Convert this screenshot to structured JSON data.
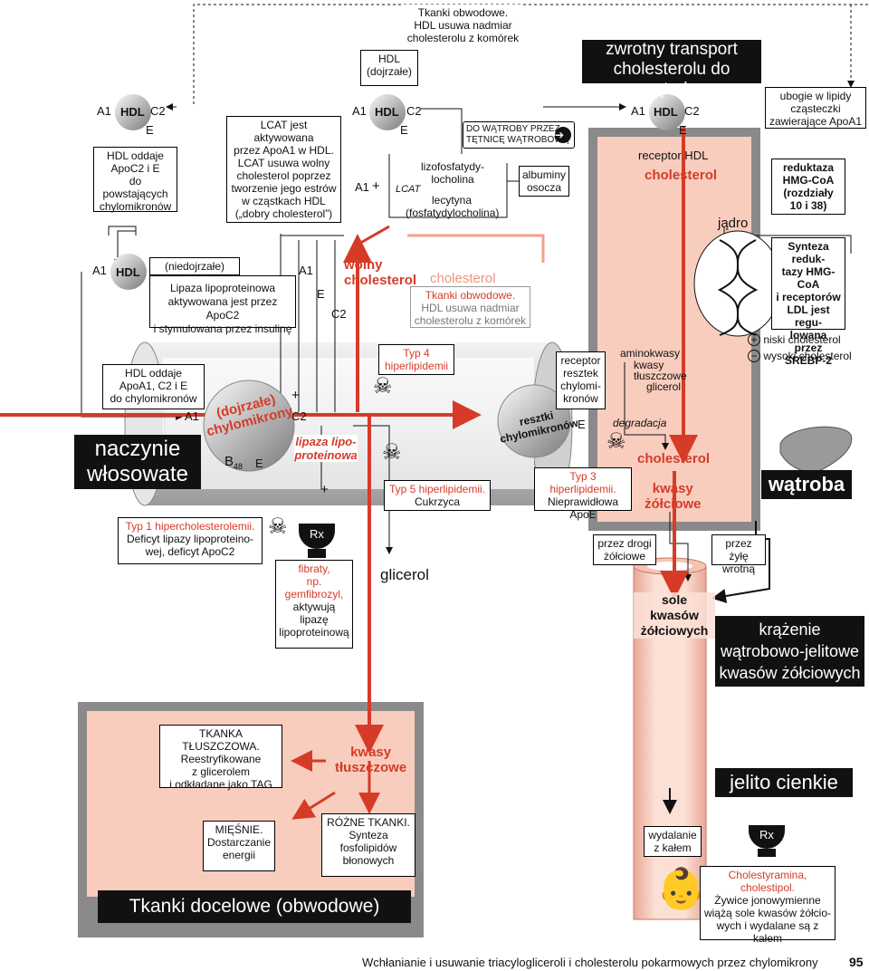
{
  "top_note": [
    "Tkanki obwodowe.",
    "HDL usuwa nadmiar",
    "cholesterolu z komórek"
  ],
  "hdl_mature": [
    "HDL",
    "(dojrzałe)"
  ],
  "reverse_transport": [
    "zwrotny transport",
    "cholesterolu do wątroby"
  ],
  "hdl_gives": [
    "HDL oddaje",
    "ApoC2 i E",
    "do powstających",
    "chylomikronów"
  ],
  "lcat_box": [
    "LCAT jest aktywowana",
    "przez ApoA1 w HDL.",
    "LCAT usuwa wolny",
    "cholesterol poprzez",
    "tworzenie jego estrów",
    "w cząstkach HDL",
    "(„dobry cholesterol”)"
  ],
  "artery_box": [
    "DO WĄTROBY PRZEZ",
    "TĘTNICĘ WĄTROBOWĄ"
  ],
  "lizofosfatydylocholina": [
    "lizofosfatydy-",
    "locholina"
  ],
  "lecytyna": [
    "lecytyna",
    "(fosfatydylocholina)"
  ],
  "albuminy": [
    "albuminy",
    "osocza"
  ],
  "apo_loss": [
    "ubogie w lipidy",
    "cząsteczki",
    "zawierające ApoA1"
  ],
  "receptor_hdl": "receptor HDL",
  "cholesterol": "cholesterol",
  "reductase": [
    "reduktaza",
    "HMG-CoA",
    "(rozdziały",
    "10 i 38)"
  ],
  "nucleus": "jądro",
  "synthesis": [
    "Synteza reduk-",
    "tazy HMG-CoA",
    "i receptorów",
    "LDL jest regu-",
    "lowana przez",
    "SREBP-2"
  ],
  "low_chol": "niski cholesterol",
  "high_chol": "wysoki cholesterol",
  "immature_hdl": "(niedojrzałe) HDL",
  "lipase_box": [
    "Lipaza lipoproteinowa",
    "aktywowana jest przez ApoC2",
    "i stymulowana przez insulinę"
  ],
  "free_chol": [
    "wolny",
    "cholesterol"
  ],
  "chol_red": "cholesterol",
  "tkanki2": [
    "Tkanki obwodowe.",
    "HDL usuwa nadmiar",
    "cholesterolu z komórek"
  ],
  "typ4": [
    "Typ 4",
    "hiperlipidemii"
  ],
  "receptor_remnant": [
    "receptor",
    "resztek",
    "chylomi-",
    "kronów"
  ],
  "aminoacids": "aminokwasy",
  "fatty_acids": [
    "kwasy",
    "tłuszczowe"
  ],
  "glicerol_small": "glicerol",
  "degradation": "degradacja",
  "hdl_gives2": [
    "HDL oddaje",
    "ApoA1, C2 i E",
    "do chylomikronów"
  ],
  "capillary": [
    "naczynie",
    "włosowate"
  ],
  "chylomicron": [
    "(dojrzałe)",
    "chylomikrony"
  ],
  "lipoprotein_lipase": [
    "lipaza lipo-",
    "proteinowa"
  ],
  "remnants": [
    "resztki",
    "chylomikronów"
  ],
  "typ5": [
    "Typ 5 hiperlipidemii.",
    "Cukrzyca"
  ],
  "typ3": [
    "Typ 3",
    "hiperlipidemii.",
    "Nieprawidłowa ApoE"
  ],
  "bile_acids": [
    "kwasy",
    "żółciowe"
  ],
  "liver": "wątroba",
  "typ1": [
    "Typ 1 hipercholesterolemii.",
    "Deficyt lipazy lipoproteino-",
    "wej, deficyt ApoC2"
  ],
  "fibrates": [
    "fibraty,",
    "np.",
    "gemfibrozyl,",
    "aktywują",
    "lipazę",
    "lipoproteinową"
  ],
  "glicerol_big": "glicerol",
  "bile_ducts": [
    "przez drogi",
    "żółciowe"
  ],
  "portal": [
    "przez żyłę",
    "wrotną"
  ],
  "bile_salts": [
    "sole",
    "kwasów",
    "żółciowych"
  ],
  "enterohepatic": [
    "krążenie",
    "wątrobowo-jelitowe",
    "kwasów żółciowych"
  ],
  "adipose": [
    "TKANKA TŁUSZCZOWA.",
    "Reestryfikowane",
    "z glicerolem",
    "i odkładane jako TAG"
  ],
  "fatty_acids_big": [
    "kwasy",
    "tłuszczowe"
  ],
  "small_intestine": "jelito cienkie",
  "muscles": [
    "MIĘŚNIE.",
    "Dostarczanie",
    "energii"
  ],
  "various_tissues": [
    "RÓŻNE TKANKI.",
    "Synteza",
    "fosfolipidów",
    "błonowych"
  ],
  "excretion": [
    "wydalanie",
    "z kałem"
  ],
  "target_tissues": "Tkanki docelowe (obwodowe)",
  "cholestyramine": [
    "Cholestyramina,",
    "cholestipol.",
    "Żywice jonowymienne",
    "wiążą sole kwasów żółcio-",
    "wych i wydalane są z kałem"
  ],
  "footer": "Wchłanianie i usuwanie triacylogliceroli i cholesterolu pokarmowych przez chylomikrony",
  "page_num": "95",
  "labels": {
    "hdl": "HDL",
    "a1": "A1",
    "c2": "C2",
    "e": "E",
    "b48": "B",
    "b48sub": "48",
    "lcat": "LCAT",
    "plus": "+",
    "minus": "−",
    "rx": "Rx"
  },
  "colors": {
    "red": "#d63b28",
    "pink": "#f8cdbd",
    "gray": "#8a8a8a",
    "black": "#111111"
  }
}
